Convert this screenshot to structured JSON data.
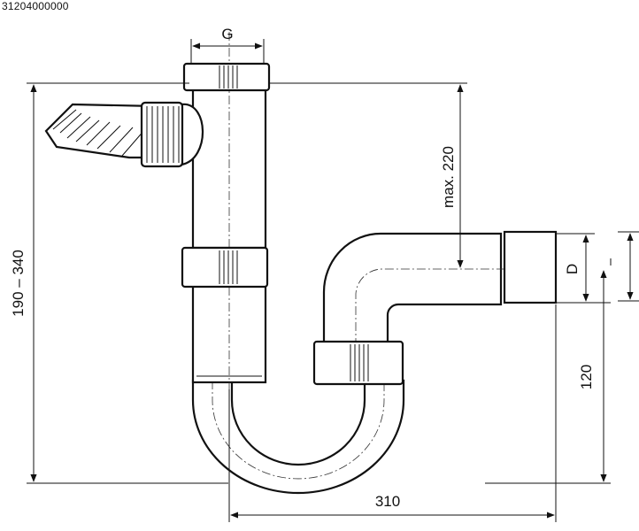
{
  "drawing": {
    "part_number": "31204000000",
    "dimensions": {
      "connection": "G",
      "total_height": "190 – 340",
      "max_height": "max. 220",
      "diameter": "D",
      "outlet_height": "120",
      "width": "310"
    }
  },
  "colors": {
    "line": "#111111",
    "background": "#ffffff"
  }
}
